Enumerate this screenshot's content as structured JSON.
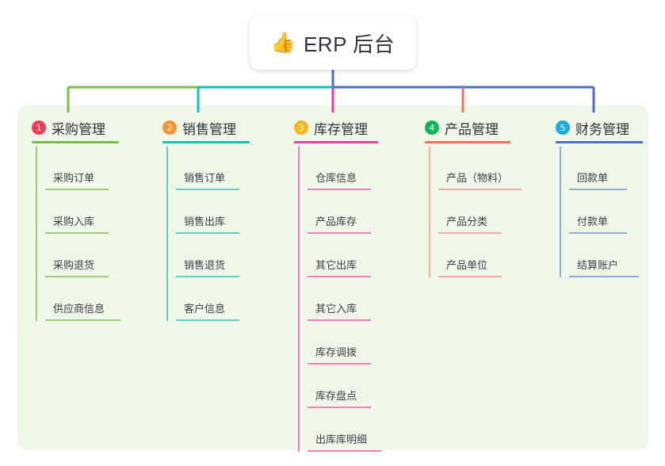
{
  "diagram": {
    "type": "mindmap-tree",
    "root": {
      "icon": "thumbs-up-icon",
      "emoji": "👍",
      "title": "ERP 后台"
    },
    "panel_color": "#eff7e9",
    "branches": [
      {
        "number": "1",
        "title": "采购管理",
        "badge_color": "#ef3b56",
        "rule_color": "#7fba4c",
        "line_color": "#7fba4c",
        "leaf_color": "#9ecb6f",
        "items": [
          "采购订单",
          "采购入库",
          "采购退货",
          "供应商信息"
        ]
      },
      {
        "number": "2",
        "title": "销售管理",
        "badge_color": "#f79433",
        "rule_color": "#16bfb4",
        "line_color": "#16bfb4",
        "leaf_color": "#5fcfc6",
        "items": [
          "销售订单",
          "销售出库",
          "销售退货",
          "客户信息"
        ]
      },
      {
        "number": "3",
        "title": "库存管理",
        "badge_color": "#f5b821",
        "rule_color": "#e23fa0",
        "line_color": "#e23fa0",
        "leaf_color": "#ee7fbd",
        "items": [
          "仓库信息",
          "产品库存",
          "其它出库",
          "其它入库",
          "库存调拨",
          "库存盘点",
          "出库库明细"
        ]
      },
      {
        "number": "4",
        "title": "产品管理",
        "badge_color": "#12b457",
        "rule_color": "#f4705f",
        "line_color": "#f4705f",
        "leaf_color": "#f8a89c",
        "items": [
          "产品（物料）",
          "产品分类",
          "产品单位"
        ]
      },
      {
        "number": "5",
        "title": "财务管理",
        "badge_color": "#1eaae0",
        "rule_color": "#4b6fc8",
        "line_color": "#4b6fc8",
        "leaf_color": "#93abde",
        "items": [
          "回款单",
          "付款单",
          "结算账户"
        ]
      }
    ],
    "bus": {
      "segment_left_color": "#7fba4c",
      "segment_mid_color": "#16bfb4",
      "segment_right_color": "#4b6fc8",
      "root_stem_color": "#4b6fc8"
    }
  }
}
